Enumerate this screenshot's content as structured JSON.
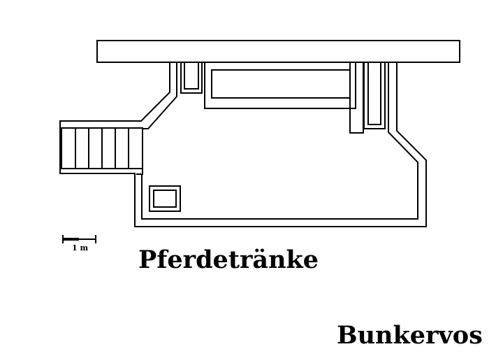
{
  "drawing": {
    "title": "Pferdetränke",
    "site": "Bunkervos",
    "scale_label": "1 m",
    "line_color": "#000000",
    "background": "#ffffff"
  }
}
